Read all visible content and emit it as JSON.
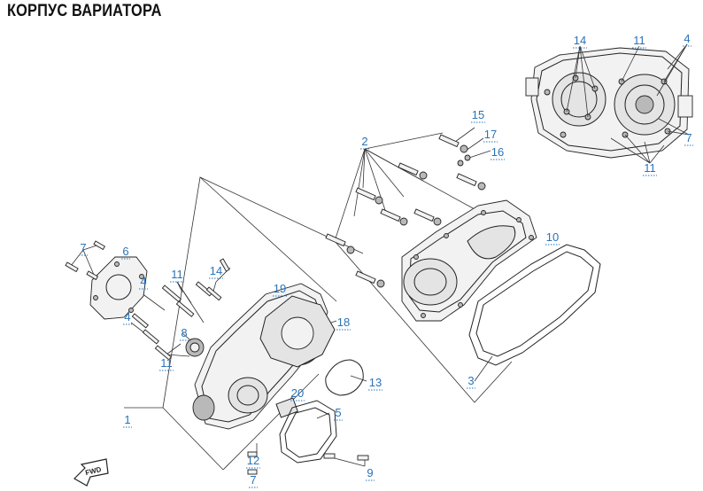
{
  "title": "КОРПУС ВАРИАТОРА",
  "callouts": [
    {
      "id": "c14a",
      "text": "14"
    },
    {
      "id": "c11a",
      "text": "11"
    },
    {
      "id": "c4a",
      "text": "4"
    },
    {
      "id": "c7a",
      "text": "7"
    },
    {
      "id": "c11b",
      "text": "11"
    },
    {
      "id": "c15",
      "text": "15"
    },
    {
      "id": "c17",
      "text": "17"
    },
    {
      "id": "c16",
      "text": "16"
    },
    {
      "id": "c2",
      "text": "2"
    },
    {
      "id": "c10",
      "text": "10"
    },
    {
      "id": "c7b",
      "text": "7"
    },
    {
      "id": "c6",
      "text": "6"
    },
    {
      "id": "c11c",
      "text": "11"
    },
    {
      "id": "c14b",
      "text": "14"
    },
    {
      "id": "c4b",
      "text": "4"
    },
    {
      "id": "c19",
      "text": "19"
    },
    {
      "id": "c4c",
      "text": "4"
    },
    {
      "id": "c8",
      "text": "8"
    },
    {
      "id": "c18",
      "text": "18"
    },
    {
      "id": "c11d",
      "text": "11"
    },
    {
      "id": "c13",
      "text": "13"
    },
    {
      "id": "c3",
      "text": "3"
    },
    {
      "id": "c20",
      "text": "20"
    },
    {
      "id": "c5",
      "text": "5"
    },
    {
      "id": "c1",
      "text": "1"
    },
    {
      "id": "c12",
      "text": "12"
    },
    {
      "id": "c9",
      "text": "9"
    },
    {
      "id": "c7c",
      "text": "7"
    }
  ],
  "direction_marker": {
    "text": "FWD"
  }
}
